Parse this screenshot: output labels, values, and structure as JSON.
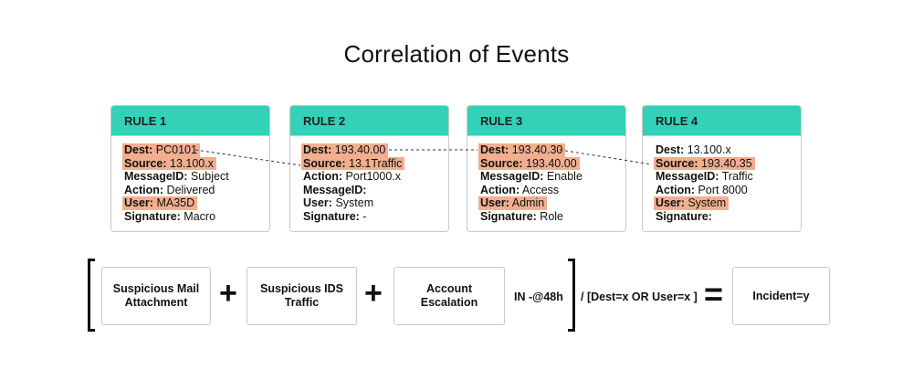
{
  "title": "Correlation of Events",
  "colors": {
    "header": "#33d1b7",
    "highlight": "#f2ae8e",
    "border": "#c9c9c9"
  },
  "rules": [
    {
      "name": "RULE 1",
      "fields": [
        {
          "key": "Dest:",
          "value": "PC0101",
          "highlight": true
        },
        {
          "key": "Source:",
          "value": "13.100.x",
          "highlight": true
        },
        {
          "key": "MessageID:",
          "value": "Subject",
          "highlight": false
        },
        {
          "key": "Action:",
          "value": "Delivered",
          "highlight": false
        },
        {
          "key": "User:",
          "value": "MA35D",
          "highlight": true
        },
        {
          "key": "Signature:",
          "value": "Macro",
          "highlight": false
        }
      ]
    },
    {
      "name": "RULE 2",
      "fields": [
        {
          "key": "Dest:",
          "value": "193.40.00",
          "highlight": true
        },
        {
          "key": "Source:",
          "value": "13.1Traffic",
          "highlight": true
        },
        {
          "key": "Action:",
          "value": "Port1000.x",
          "highlight": false
        },
        {
          "key": "MessageID:",
          "value": "",
          "highlight": false
        },
        {
          "key": "User:",
          "value": "System",
          "highlight": false
        },
        {
          "key": "Signature:",
          "value": "-",
          "highlight": false
        }
      ]
    },
    {
      "name": "RULE 3",
      "fields": [
        {
          "key": "Dest:",
          "value": "193.40.30",
          "highlight": true
        },
        {
          "key": "Source:",
          "value": "193.40.00",
          "highlight": true
        },
        {
          "key": "MessageID:",
          "value": "Enable",
          "highlight": false
        },
        {
          "key": "Action:",
          "value": "Access",
          "highlight": false
        },
        {
          "key": "User:",
          "value": "Admin",
          "highlight": true
        },
        {
          "key": "Signature:",
          "value": "Role",
          "highlight": false
        }
      ]
    },
    {
      "name": "RULE 4",
      "fields": [
        {
          "key": "Dest:",
          "value": "13.100.x",
          "highlight": false
        },
        {
          "key": "Source:",
          "value": "193.40.35",
          "highlight": true
        },
        {
          "key": "MessageID:",
          "value": "Traffic",
          "highlight": false
        },
        {
          "key": "Action:",
          "value": "Port 8000",
          "highlight": false
        },
        {
          "key": "User:",
          "value": "System",
          "highlight": true
        },
        {
          "key": "Signature:",
          "value": "",
          "highlight": false
        }
      ]
    }
  ],
  "formula": {
    "box1": "Suspicious Mail Attachment",
    "plus1": "+",
    "box2": "Suspicious IDS Traffic",
    "plus2": "+",
    "box3": "Account Escalation",
    "window": "IN -@48h",
    "condition": "/  [Dest=x OR User=x  ]",
    "equals": "=",
    "result": "Incident=y"
  }
}
